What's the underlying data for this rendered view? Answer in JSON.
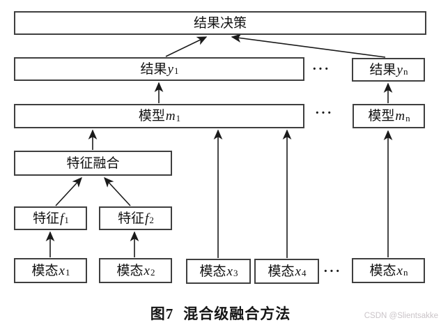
{
  "nodes": {
    "decision": {
      "label": "结果决策"
    },
    "result_y1": {
      "prefix": "结果",
      "var": "y",
      "sub": "1"
    },
    "result_yn": {
      "prefix": "结果",
      "var": "y",
      "sub": "n"
    },
    "model_m1": {
      "prefix": "模型",
      "var": "m",
      "sub": "1"
    },
    "model_mn": {
      "prefix": "模型",
      "var": "m",
      "sub": "n"
    },
    "feature_fusion": {
      "label": "特征融合"
    },
    "feature_f1": {
      "prefix": "特征",
      "var": "f",
      "sub": "1"
    },
    "feature_f2": {
      "prefix": "特征",
      "var": "f",
      "sub": "2"
    },
    "modal_x1": {
      "prefix": "模态",
      "var": "x",
      "sub": "1"
    },
    "modal_x2": {
      "prefix": "模态",
      "var": "x",
      "sub": "2"
    },
    "modal_x3": {
      "prefix": "模态",
      "var": "x",
      "sub": "3"
    },
    "modal_x4": {
      "prefix": "模态",
      "var": "x",
      "sub": "4"
    },
    "modal_xn": {
      "prefix": "模态",
      "var": "x",
      "sub": "n"
    }
  },
  "ellipsis": "···",
  "caption": {
    "figure_no": "图7",
    "title": "混合级融合方法"
  },
  "watermark": "CSDN @Slientsakke",
  "colors": {
    "background": "#ffffff",
    "box_border": "#3f3f3f",
    "arrow": "#1a1a1a",
    "text": "#111111",
    "watermark": "#cac4c8"
  }
}
